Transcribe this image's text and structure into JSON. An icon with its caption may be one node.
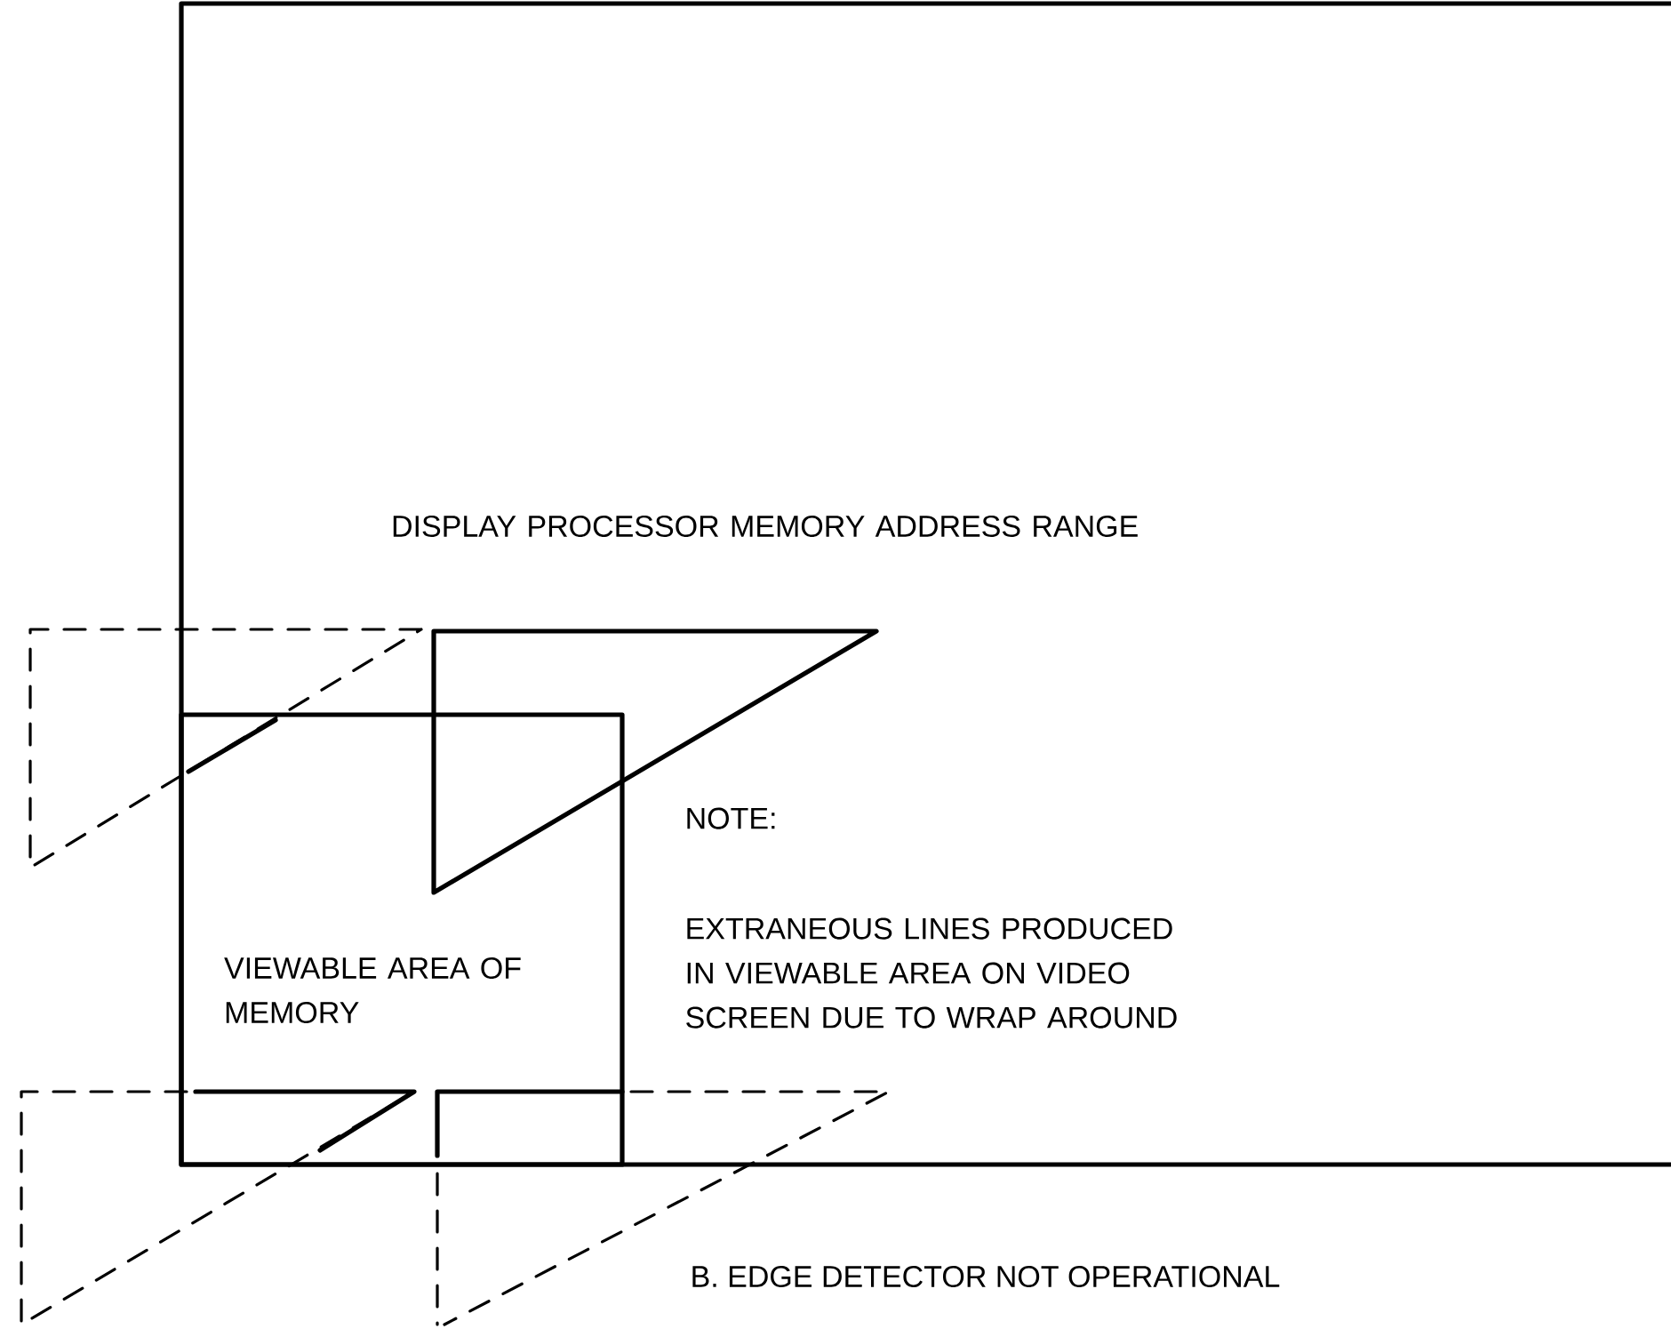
{
  "diagram": {
    "caption": "B. EDGE DETECTOR NOT OPERATIONAL",
    "nodes": [
      {
        "text": [
          "DISPLAY PROCESSOR MEMORY ADDRESS RANGE"
        ]
      },
      {
        "text": [
          "VIEWABLE AREA OF MEMORY"
        ],
        "in": 0
      }
    ],
    "labels": [
      "NOTE:",
      "EXTRANEOUS LINES PRODUCED IN VIEWABLE AREA ON VIDEO SCREEN DUE TO WRAP AROUND"
    ]
  }
}
